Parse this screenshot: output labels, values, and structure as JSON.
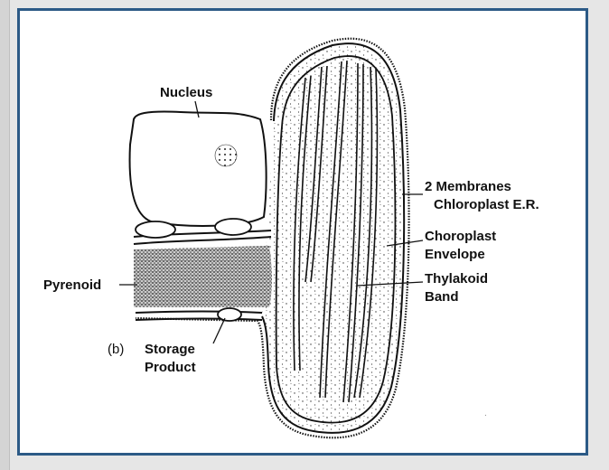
{
  "labels": {
    "nucleus": "Nucleus",
    "membranes_line1": "2 Membranes",
    "membranes_line2": "Chloroplast E.R.",
    "envelope_line1": "Choroplast",
    "envelope_line2": "Envelope",
    "thylakoid_line1": "Thylakoid",
    "thylakoid_line2": "Band",
    "pyrenoid": "Pyrenoid",
    "panel_letter": "(b)",
    "storage_line1": "Storage",
    "storage_line2": "Product"
  },
  "colors": {
    "frame_border": "#2c5a86",
    "ink": "#111111"
  }
}
